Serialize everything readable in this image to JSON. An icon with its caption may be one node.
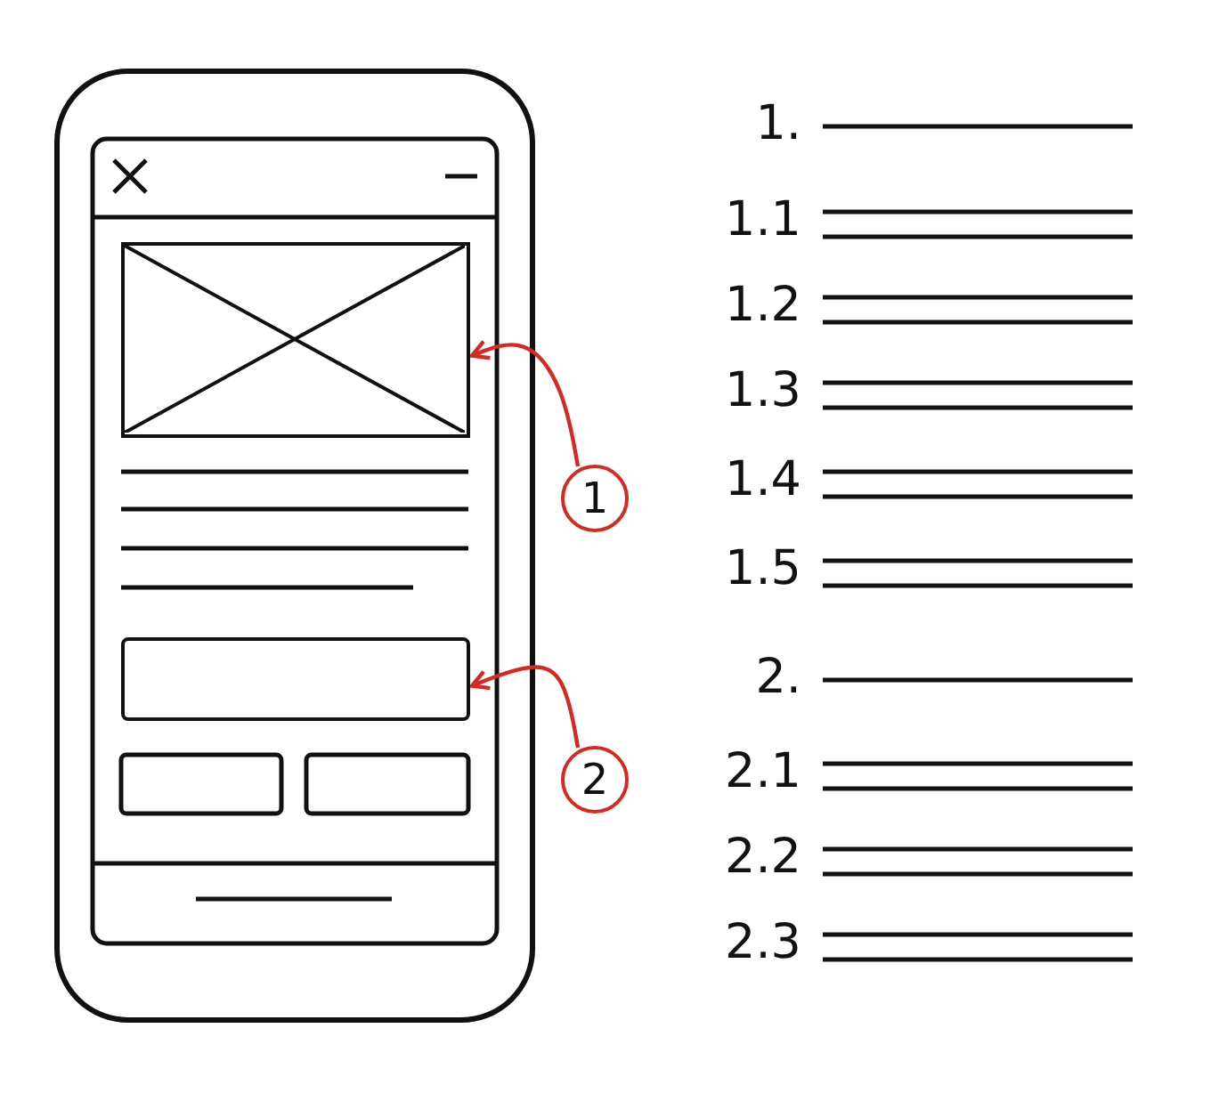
{
  "diagram": {
    "nodes": [
      {
        "text": [],
        "shape": "box"
      },
      {
        "text": [
          "1"
        ]
      },
      {
        "text": [],
        "shape": "box"
      },
      {
        "text": [
          "2"
        ]
      }
    ],
    "edges": [
      {
        "from": 1,
        "to": 0,
        "arrow": "to"
      },
      {
        "from": 3,
        "to": 2,
        "arrow": "to"
      }
    ],
    "labels": [
      "1.",
      "1.1",
      "1.2",
      "1.3",
      "1.4",
      "1.5",
      "2.",
      "2.1",
      "2.2",
      "2.3"
    ]
  }
}
